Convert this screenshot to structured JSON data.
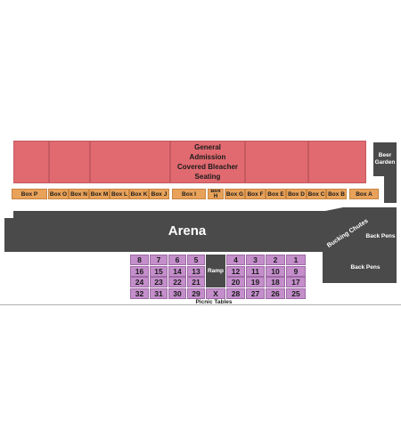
{
  "bleacher": {
    "label_lines": [
      "General",
      "Admission",
      "Covered Bleacher",
      "Seating"
    ]
  },
  "boxes": [
    "Box P",
    "Box O",
    "Box N",
    "Box M",
    "Box L",
    "Box K",
    "Box J",
    "Box I",
    "Box H",
    "Box G",
    "Box F",
    "Box E",
    "Box D",
    "Box C",
    "Box B",
    "Box A"
  ],
  "beer_garden": {
    "lines": [
      "Beer",
      "Garden"
    ]
  },
  "arena": {
    "label": "Arena"
  },
  "bucking_chutes": {
    "label": "Bucking Chutes"
  },
  "back_pens": {
    "label_1": "Back Pens",
    "label_2": "Back Pens"
  },
  "ramp": {
    "label": "Ramp"
  },
  "seats": {
    "left_rows": [
      [
        "8",
        "7",
        "6",
        "5"
      ],
      [
        "16",
        "15",
        "14",
        "13"
      ],
      [
        "24",
        "23",
        "22",
        "21"
      ],
      [
        "32",
        "31",
        "30",
        "29"
      ]
    ],
    "right_rows": [
      [
        "4",
        "3",
        "2",
        "1"
      ],
      [
        "12",
        "11",
        "10",
        "9"
      ],
      [
        "20",
        "19",
        "18",
        "17"
      ],
      [
        "28",
        "27",
        "26",
        "25"
      ]
    ],
    "x_label": "X"
  },
  "picnic_tables": {
    "label": "Picnic Tables"
  },
  "colors": {
    "bleacher": "#e06a70",
    "box": "#e8a25a",
    "arena": "#4a4a4a",
    "seat": "#c48ecb"
  }
}
